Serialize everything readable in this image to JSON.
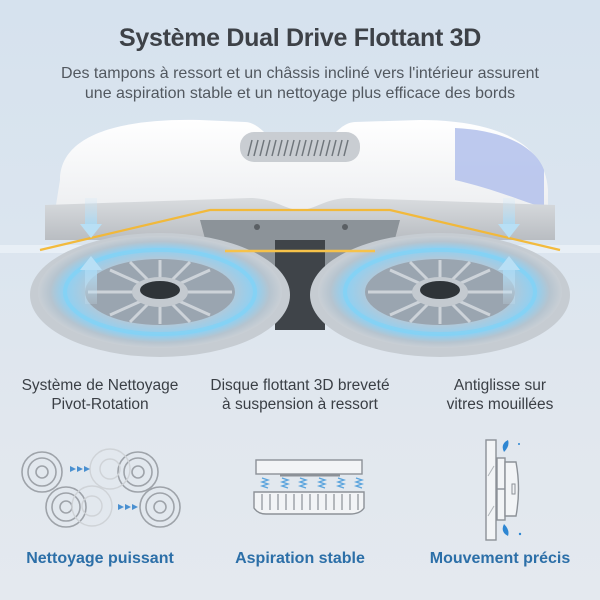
{
  "header": {
    "title": "Système Dual Drive Flottant 3D",
    "subtitle_line1": "Des tampons à ressort et un châssis incliné vers l'intérieur assurent",
    "subtitle_line2": "une aspiration stable et un nettoyage plus efficace des bords"
  },
  "hero": {
    "image_subject": "window-cleaning-robot-dual-pads-underside",
    "accent_colors": {
      "glow_blue": "#6fc3ee",
      "gold_line": "#f2b632",
      "body_white": "#f6f7f8",
      "pad_gray": "#c3c8cd",
      "tank_blue": "#aebde8"
    }
  },
  "features": [
    {
      "desc_line1": "Système de Nettoyage",
      "desc_line2": "Pivot-Rotation",
      "icon": "pivot-rotation-discs-icon",
      "label": "Nettoyage puissant"
    },
    {
      "desc_line1": "Disque flottant 3D breveté",
      "desc_line2": "à suspension à ressort",
      "icon": "spring-suspension-disc-icon",
      "label": "Aspiration stable"
    },
    {
      "desc_line1": "Antiglisse sur",
      "desc_line2": "vitres mouillées",
      "icon": "anti-slip-wet-glass-icon",
      "label": "Mouvement précis"
    }
  ],
  "colors": {
    "title": "#3d4147",
    "label_blue": "#2c6fa8",
    "background": "#dde6ef"
  }
}
